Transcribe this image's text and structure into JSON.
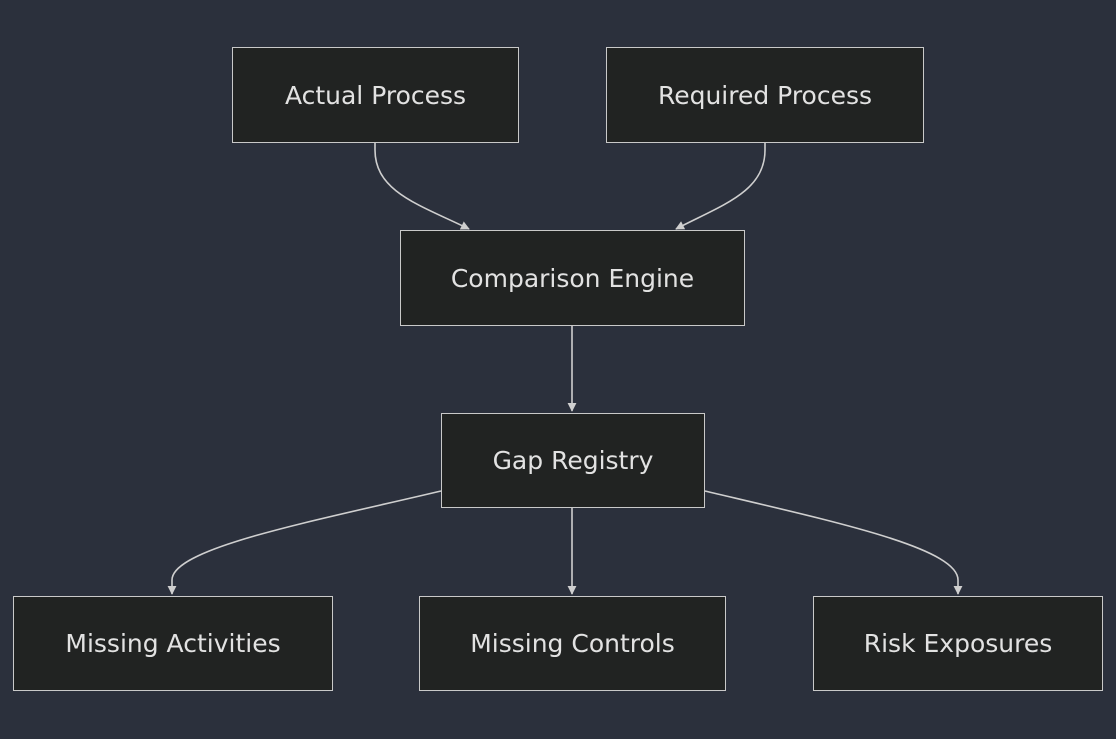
{
  "diagram": {
    "type": "flowchart",
    "direction": "top-down",
    "colors": {
      "background": "#2b303c",
      "node_fill": "#212322",
      "node_border": "#c9c9c9",
      "node_text": "#e2e2e2",
      "edge": "#cfcfcf"
    },
    "nodes": {
      "actual_process": "Actual Process",
      "required_process": "Required Process",
      "comparison_engine": "Comparison Engine",
      "gap_registry": "Gap Registry",
      "missing_activities": "Missing Activities",
      "missing_controls": "Missing Controls",
      "risk_exposures": "Risk Exposures"
    },
    "edges": [
      {
        "from": "actual_process",
        "to": "comparison_engine"
      },
      {
        "from": "required_process",
        "to": "comparison_engine"
      },
      {
        "from": "comparison_engine",
        "to": "gap_registry"
      },
      {
        "from": "gap_registry",
        "to": "missing_activities"
      },
      {
        "from": "gap_registry",
        "to": "missing_controls"
      },
      {
        "from": "gap_registry",
        "to": "risk_exposures"
      }
    ]
  }
}
